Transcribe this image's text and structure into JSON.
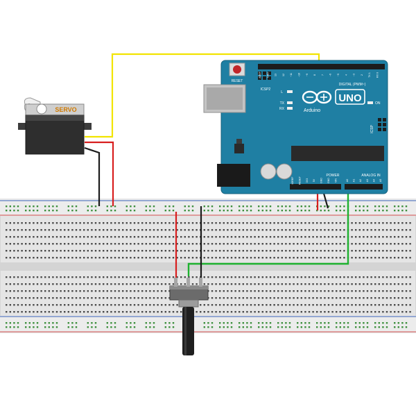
{
  "servo": {
    "label": "SERVO"
  },
  "arduino": {
    "reset_label": "RESET",
    "icsp2_label": "ICSP2",
    "icsp_label": "ICSP",
    "l_label": "L",
    "tx_label": "TX",
    "rx_label": "RX",
    "on_label": "ON",
    "uno_label": "UNO",
    "brand_label": "Arduino",
    "digital_label": "DIGITAL (PWM~)",
    "power_label": "POWER",
    "analog_label": "ANALOG IN",
    "digital_pins": [
      "AREF",
      "GND",
      "13",
      "12",
      "~11",
      "~10",
      "~9",
      "8",
      "7",
      "~6",
      "~5",
      "4",
      "~3",
      "2",
      "TX 1",
      "RX 0"
    ],
    "power_pins": [
      "IOREF",
      "RESET",
      "3V3",
      "5V",
      "GND",
      "GND",
      "VIN"
    ],
    "analog_pins": [
      "A0",
      "A1",
      "A2",
      "A3",
      "A4",
      "A5"
    ]
  },
  "colors": {
    "board": "#1f7fa3",
    "wire_signal": "#f2e400",
    "wire_power": "#d81e1e",
    "wire_ground": "#1a1a1a",
    "wire_analog": "#1fb230",
    "breadboard": "#e6e6e6",
    "rail_red": "#d14a4a",
    "rail_blue": "#3a62b8"
  }
}
